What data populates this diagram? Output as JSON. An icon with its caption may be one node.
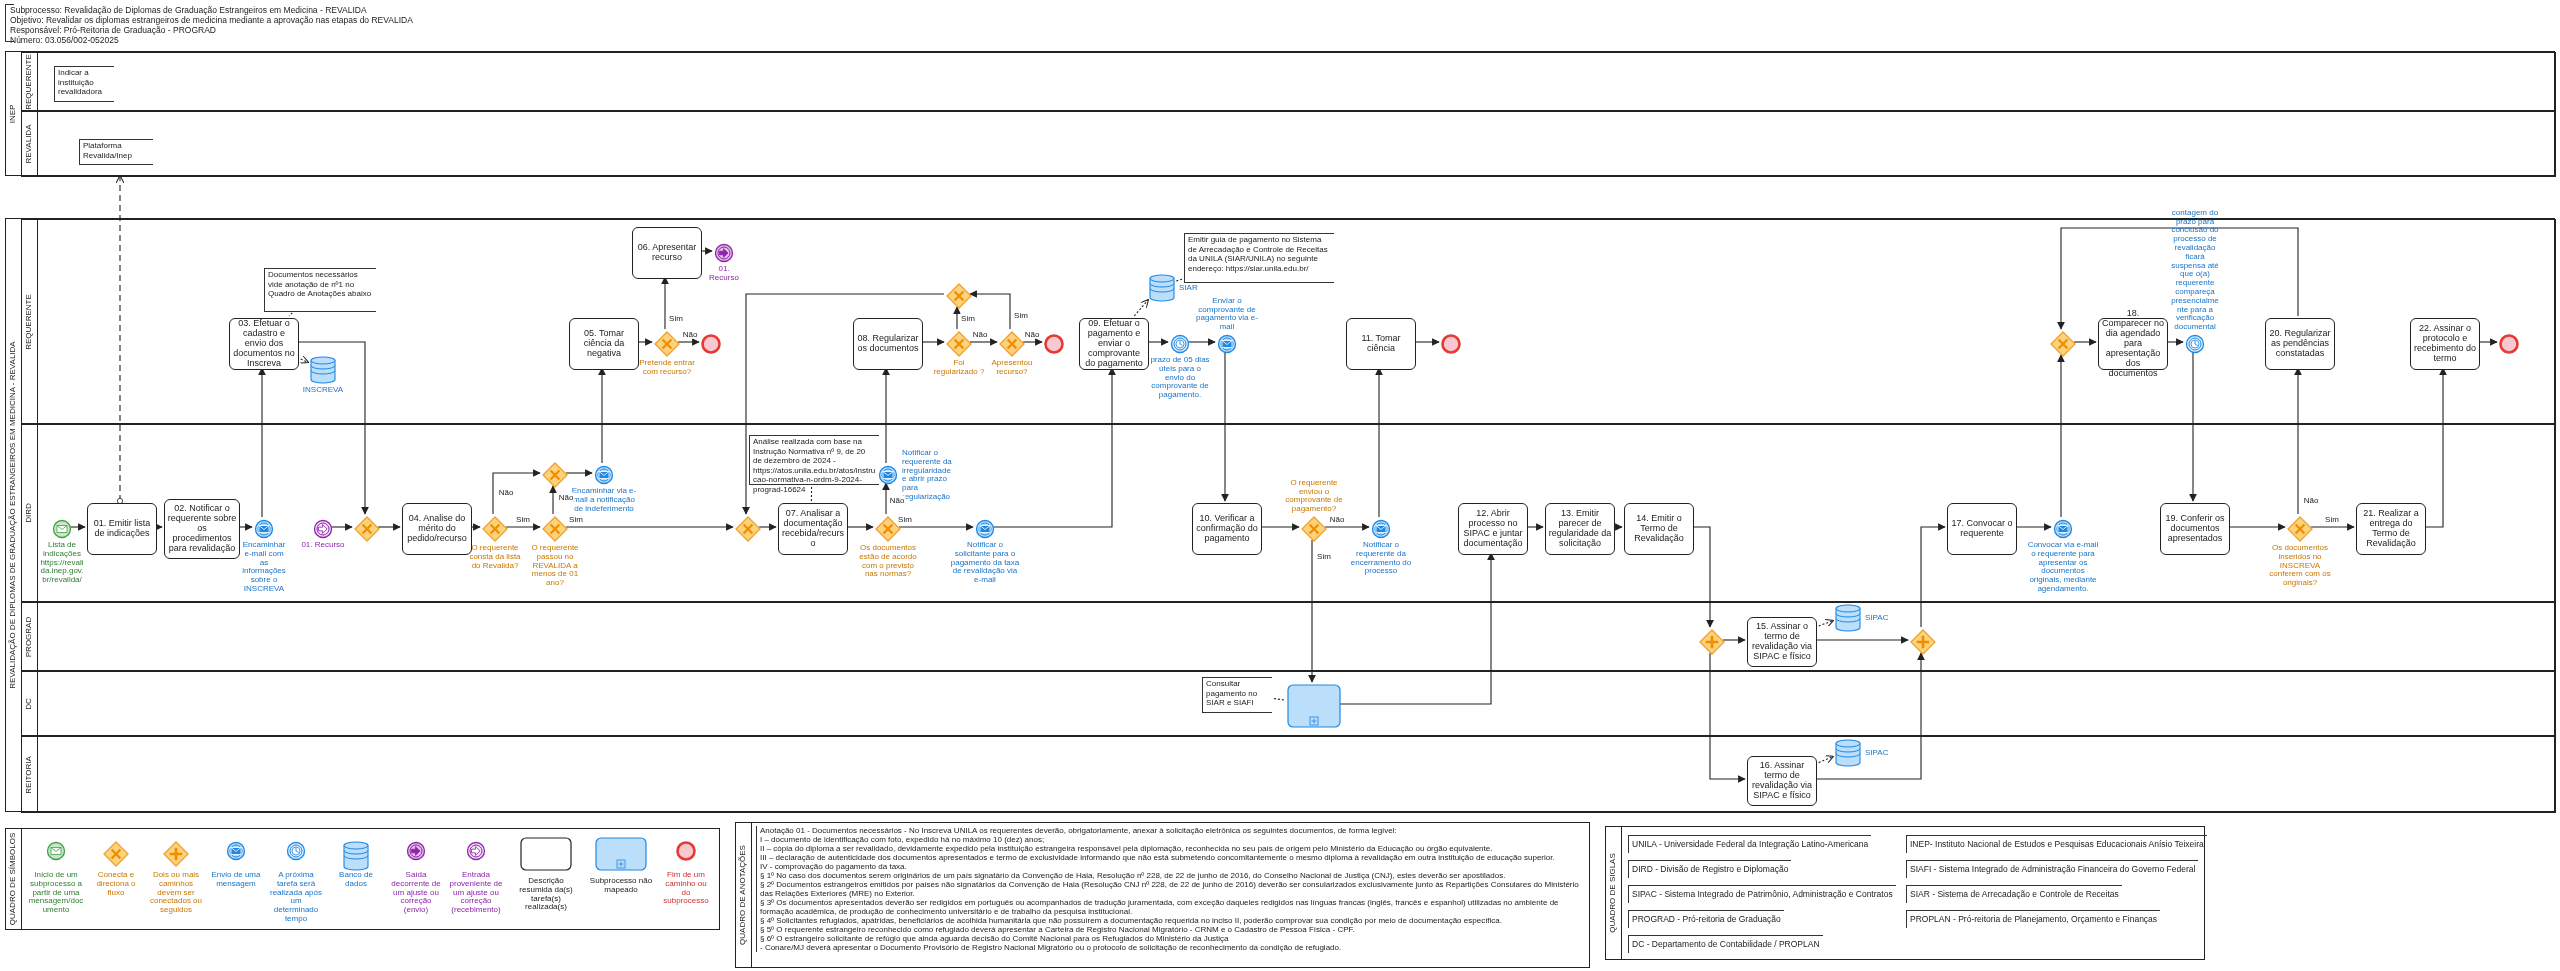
{
  "diagram": {
    "nodes": [
      {
        "text": [
          "INEP"
        ]
      },
      {
        "text": [
          "REQUERENTE"
        ],
        "in": 0
      },
      {
        "text": [
          "Indicar a instituição revalidadora"
        ],
        "in": 1
      },
      {
        "text": [
          "REVALIDA"
        ],
        "in": 0
      },
      {
        "text": [
          "Plataforma Revalida/Inep"
        ],
        "in": 3
      },
      {
        "text": [
          "REVALIDAÇÃO DE DIPLOMAS DE GRADUAÇÃO ESTRANGEIROS EM MEDICINA - REVALIDA"
        ]
      },
      {
        "text": [
          "REQUERENTE"
        ],
        "in": 5
      },
      {
        "text": [
          "DIRD"
        ],
        "in": 5
      },
      {
        "text": [
          "PROGRAD"
        ],
        "in": 5
      },
      {
        "text": [
          "DC"
        ],
        "in": 5
      },
      {
        "text": [
          "REITORIA"
        ],
        "in": 5
      },
      {
        "text": [
          "Documentos necessários vide anotação de nº1 no Quadro de Anotações abaixo"
        ],
        "in": 6
      },
      {
        "text": [
          "03. Efetuar o cadastro e envio dos documentos no Inscreva"
        ],
        "in": 6
      },
      {
        "text": [],
        "shape": "cylinder",
        "beside": [
          "INSCREVA"
        ],
        "in": 6
      },
      {
        "text": [
          "06. Apresentar recurso"
        ],
        "in": 6
      },
      {
        "text": [],
        "shape": "circle",
        "beside": [
          "01. Recurso"
        ],
        "in": 6
      },
      {
        "text": [
          "05. Tomar ciência da negativa"
        ],
        "in": 6
      },
      {
        "text": [],
        "shape": "diamond",
        "beside": [
          "Pretende entrar com recurso?"
        ],
        "in": 6
      },
      {
        "text": [],
        "shape": "circle",
        "in": 6
      },
      {
        "text": [],
        "shape": "diamond",
        "in": 6
      },
      {
        "text": [
          "08. Regularizar os documentos"
        ],
        "in": 6
      },
      {
        "text": [],
        "shape": "diamond",
        "beside": [
          "Foi regularizado ?"
        ],
        "in": 6
      },
      {
        "text": [],
        "shape": "diamond",
        "beside": [
          "Apresentou recurso?"
        ],
        "in": 6
      },
      {
        "text": [],
        "shape": "circle",
        "in": 6
      },
      {
        "text": [
          "Emitir guia de pagamento no Sistema de Arrecadação e Controle de Receitas da UNILA (SIAR/UNILA) no seguinte endereço: https://siar.unila.edu.br/"
        ],
        "in": 6
      },
      {
        "text": [],
        "shape": "cylinder",
        "beside": [
          "SIAR"
        ],
        "in": 6
      },
      {
        "text": [
          "09. Efetuar o pagamento e enviar o comprovante do pagamento"
        ],
        "in": 6
      },
      {
        "text": [],
        "shape": "circle",
        "beside": [
          "prazo de 05 dias úteis para o envio do comprovante de pagamento."
        ],
        "in": 6
      },
      {
        "text": [],
        "shape": "circle",
        "beside": [
          "Enviar o comprovante de pagamento via e-mail"
        ],
        "in": 6
      },
      {
        "text": [
          "11. Tomar ciência"
        ],
        "in": 6
      },
      {
        "text": [],
        "shape": "circle",
        "in": 6
      },
      {
        "text": [],
        "shape": "diamond",
        "in": 6
      },
      {
        "text": [
          "18. Comparecer no dia agendado para apresentação dos documentos"
        ],
        "in": 6
      },
      {
        "text": [],
        "shape": "circle",
        "beside": [
          "contagem do prazo para conclusão do processo de revalidação ficará suspensa até que o(a) requerente compareça presencialmente para a verificação documental"
        ],
        "in": 6
      },
      {
        "text": [
          "20. Regularizar as pendências constatadas"
        ],
        "in": 6
      },
      {
        "text": [
          "22. Assinar o protocolo e recebimento do termo"
        ],
        "in": 6
      },
      {
        "text": [],
        "shape": "circle",
        "in": 6
      },
      {
        "text": [],
        "shape": "circle",
        "beside": [
          "Lista de indicações https://revalida.inep.gov.br/revalida/"
        ],
        "in": 7
      },
      {
        "text": [
          "01. Emitir lista de indicações"
        ],
        "in": 7
      },
      {
        "text": [
          "02. Notificar o requerente sobre os procedimentos para revalidação"
        ],
        "in": 7
      },
      {
        "text": [],
        "shape": "circle",
        "beside": [
          "Encaminhar e-mail com as informações sobre o INSCREVA"
        ],
        "in": 7
      },
      {
        "text": [],
        "shape": "circle",
        "beside": [
          "01. Recurso"
        ],
        "in": 7
      },
      {
        "text": [],
        "shape": "diamond",
        "in": 7
      },
      {
        "text": [
          "04. Analise do mérito do pedido/recurso"
        ],
        "in": 7
      },
      {
        "text": [],
        "shape": "diamond",
        "beside": [
          "O requerente consta da lista do Revalida?"
        ],
        "in": 7
      },
      {
        "text": [],
        "shape": "diamond",
        "in": 7
      },
      {
        "text": [],
        "shape": "diamond",
        "beside": [
          "O requerente passou no REVALIDA a menos de 01 ano?"
        ],
        "in": 7
      },
      {
        "text": [],
        "shape": "circle",
        "beside": [
          "Encaminhar via e-mail a notificação de indeferimento"
        ],
        "in": 7
      },
      {
        "text": [
          "Análise realizada com base na Instrução Normativa nº 9, de 20 de dezembro de 2024 - https://atos.unila.edu.br/atos/instrucao-normativa-n-ordm-9-2024-prograd-16624"
        ],
        "in": 7
      },
      {
        "text": [],
        "shape": "diamond",
        "in": 7
      },
      {
        "text": [
          "07. Analisar a documentação recebida/recurso"
        ],
        "in": 7
      },
      {
        "text": [],
        "shape": "diamond",
        "beside": [
          "Os documentos estão de acordo com o previsto nas normas?"
        ],
        "in": 7
      },
      {
        "text": [],
        "shape": "circle",
        "beside": [
          "Notificar o requerente da irregularidade e abrir prazo para regularização"
        ],
        "in": 7
      },
      {
        "text": [],
        "shape": "circle",
        "beside": [
          "Notificar o solicitante para o pagamento da taxa de revalidação via e-mail"
        ],
        "in": 7
      },
      {
        "text": [
          "10. Verificar a confirmação do pagamento"
        ],
        "in": 7
      },
      {
        "text": [],
        "shape": "diamond",
        "beside": [
          "O requerente enviou o comprovante de pagamento?"
        ],
        "in": 7
      },
      {
        "text": [],
        "shape": "circle",
        "beside": [
          "Notificar o requerente da encerramento do processo"
        ],
        "in": 7
      },
      {
        "text": [
          "12. Abrir processo no SIPAC e juntar documentação"
        ],
        "in": 7
      },
      {
        "text": [
          "13. Emitir parecer de regularidade da solicitação"
        ],
        "in": 7
      },
      {
        "text": [
          "14. Emitir o Termo de Revalidação"
        ],
        "in": 7
      },
      {
        "text": [
          "17. Convocar o requerente"
        ],
        "in": 7
      },
      {
        "text": [],
        "shape": "circle",
        "beside": [
          "Convocar via e-mail o requerente para apresentar os documentos originais, mediante agendamento."
        ],
        "in": 7
      },
      {
        "text": [
          "19. Conferir os documentos apresentados"
        ],
        "in": 7
      },
      {
        "text": [],
        "shape": "diamond",
        "beside": [
          "Os documentos inseridos no INSCREVA conferem com os originais?"
        ],
        "in": 7
      },
      {
        "text": [
          "21. Realizar a entrega do Termo de Revalidação"
        ],
        "in": 7
      },
      {
        "text": [],
        "shape": "diamond",
        "in": 8
      },
      {
        "text": [
          "15. Assinar o termo de revalidação via SIPAC e físico"
        ],
        "in": 8
      },
      {
        "text": [],
        "shape": "cylinder",
        "beside": [
          "SIPAC"
        ],
        "in": 8
      },
      {
        "text": [],
        "shape": "diamond",
        "in": 8
      },
      {
        "text": [
          "Consultar pagamento no SIAR e SIAFI"
        ],
        "in": 9
      },
      {
        "text": [],
        "shape": "box",
        "in": 9
      },
      {
        "text": [
          "16. Assinar termo de revalidação via SIPAC e físico"
        ],
        "in": 10
      },
      {
        "text": [],
        "shape": "cylinder",
        "beside": [
          "SIPAC"
        ],
        "in": 10
      },
      {
        "text": [
          "QUADRO DE ANOTAÇÕES",
          "Anotação 01 - Documentos necessários - No Inscreva UNILA os requerentes deverão, obrigatoriamente, anexar à solicitação eletrônica os seguintes documentos, de forma legível:",
          "I – documento de identificação com foto, expedido há no máximo 10 (dez) anos;",
          "II – cópia do diploma a ser revalidado, devidamente expedido pela instituição estrangeira responsável pela diplomação, reconhecida no seu país de origem pelo Ministério da Educação ou órgão equivalente.",
          "III – declaração de autenticidade dos documentos apresentados e termo de exclusividade informando que não está submetendo concomitantemente o mesmo diploma à revalidação em outra instituição de educação superior.",
          "IV - comprovação do pagamento da taxa.",
          "§ 1º No caso dos documentos serem originários de um país signatário da Convenção de Haia, Resolução nº 228, de 22 de junho de 2016, do Conselho Nacional de Justiça (CNJ), estes deverão ser apostilados.",
          "§ 2º Documentos estrangeiros emitidos por países não signatários da Convenção de Haia (Resolução CNJ nº 228, de 22 de junho de 2016) deverão ser consularizados exclusivamente junto às Repartições Consulares do Ministério das Relações Exteriores (MRE) no Exterior.",
          "§ 3º Os documentos apresentados deverão ser redigidos em português ou acompanhados de tradução juramentada, com exceção daqueles redigidos nas línguas francas (inglês, francês e espanhol) utilizadas no ambiente de formação acadêmica, de produção de conhecimento universitário e de trabalho da pesquisa institucional.",
          "§ 4º Solicitantes refugiados, apátridas, beneficiários de acolhida humanitária que não possuírem a documentação requerida no inciso II, poderão comprovar sua condição por meio de documentação específica.",
          "§ 5º O requerente estrangeiro reconhecido como refugiado deverá apresentar a Carteira de Registro Nacional Migratório - CRNM e o Cadastro de Pessoa Física - CPF.",
          "§ 6º O estrangeiro solicitante de refúgio que ainda aguarda decisão do Comitê Nacional para os Refugiados do Ministério da Justiça",
          "- Conare/MJ deverá apresentar o Documento Provisório de Registro Nacional Migratório ou o protocolo de solicitação de reconhecimento da condição de refugiado."
        ]
      },
      {
        "text": [
          "QUADRO DE SIGLAS",
          "UNILA - Universidade Federal da Integração Latino-Americana",
          "DIRD - Divisão de Registro e Diplomação",
          "SIPAC - Sistema Integrado de Patrimônio, Administração e Contratos",
          "PROGRAD - Pró-reitoria de Graduação",
          "DC - Departamento de Contabilidade / PROPLAN",
          "INEP- Instituto Nacional de Estudos e Pesquisas Educacionais Anísio Teixeira",
          "SIAFI - Sistema Integrado de Administração Financeira do Governo Federal",
          "SIAR - Sistema de Arrecadação e Controle de Receitas",
          "PROPLAN - Pró-reitoria de Planejamento, Orçamento e Finanças"
        ]
      },
      {
        "text": [
          "QUADRO DE SÍMBOLOS"
        ]
      }
    ],
    "edges": [
      {
        "from": 38,
        "to": 3,
        "arrow": "to",
        "style": "dashed"
      },
      {
        "from": 37,
        "to": 38,
        "arrow": "to"
      },
      {
        "from": 38,
        "to": 39,
        "arrow": "to"
      },
      {
        "from": 39,
        "to": 40,
        "arrow": "to"
      },
      {
        "from": 40,
        "to": 12,
        "arrow": "to"
      },
      {
        "from": 11,
        "to": 12,
        "arrow": "none",
        "style": "dashed"
      },
      {
        "from": 12,
        "to": 13,
        "arrow": "to",
        "style": "dashed"
      },
      {
        "from": 12,
        "to": 42,
        "arrow": "to"
      },
      {
        "from": 41,
        "to": 42,
        "arrow": "to"
      },
      {
        "from": 42,
        "to": 43,
        "arrow": "to"
      },
      {
        "from": 43,
        "to": 44,
        "arrow": "to"
      },
      {
        "from": 44,
        "to": 45,
        "arrow": "to",
        "label": "Não"
      },
      {
        "from": 44,
        "to": 46,
        "arrow": "to",
        "label": "Sim"
      },
      {
        "from": 46,
        "to": 45,
        "arrow": "to",
        "label": "Não"
      },
      {
        "from": 45,
        "to": 47,
        "arrow": "to"
      },
      {
        "from": 47,
        "to": 16,
        "arrow": "to"
      },
      {
        "from": 16,
        "to": 17,
        "arrow": "to"
      },
      {
        "from": 17,
        "to": 14,
        "arrow": "to",
        "label": "Sim"
      },
      {
        "from": 17,
        "to": 18,
        "arrow": "to",
        "label": "Não"
      },
      {
        "from": 14,
        "to": 15,
        "arrow": "to"
      },
      {
        "from": 46,
        "to": 49,
        "arrow": "to",
        "label": "Sim"
      },
      {
        "from": 19,
        "to": 49,
        "arrow": "to"
      },
      {
        "from": 48,
        "to": 50,
        "arrow": "none",
        "style": "dashed"
      },
      {
        "from": 49,
        "to": 50,
        "arrow": "to"
      },
      {
        "from": 50,
        "to": 51,
        "arrow": "to"
      },
      {
        "from": 51,
        "to": 52,
        "arrow": "to",
        "label": "Não"
      },
      {
        "from": 52,
        "to": 20,
        "arrow": "to"
      },
      {
        "from": 20,
        "to": 21,
        "arrow": "to"
      },
      {
        "from": 21,
        "to": 19,
        "arrow": "to",
        "label": "Sim"
      },
      {
        "from": 21,
        "to": 22,
        "arrow": "to",
        "label": "Não"
      },
      {
        "from": 22,
        "to": 19,
        "arrow": "to",
        "label": "Sim"
      },
      {
        "from": 22,
        "to": 23,
        "arrow": "to",
        "label": "Não"
      },
      {
        "from": 51,
        "to": 53,
        "arrow": "to",
        "label": "Sim"
      },
      {
        "from": 53,
        "to": 26,
        "arrow": "to"
      },
      {
        "from": 26,
        "to": 25,
        "arrow": "to",
        "style": "dashed"
      },
      {
        "from": 24,
        "to": 25,
        "arrow": "none",
        "style": "dashed"
      },
      {
        "from": 26,
        "to": 27,
        "arrow": "to"
      },
      {
        "from": 27,
        "to": 28,
        "arrow": "to"
      },
      {
        "from": 28,
        "to": 54,
        "arrow": "to"
      },
      {
        "from": 54,
        "to": 55,
        "arrow": "to"
      },
      {
        "from": 55,
        "to": 56,
        "arrow": "to",
        "label": "Não"
      },
      {
        "from": 56,
        "to": 29,
        "arrow": "to"
      },
      {
        "from": 29,
        "to": 30,
        "arrow": "to"
      },
      {
        "from": 55,
        "to": 70,
        "arrow": "to",
        "label": "Sim"
      },
      {
        "from": 69,
        "to": 70,
        "arrow": "none",
        "style": "dashed"
      },
      {
        "from": 70,
        "to": 57,
        "arrow": "to"
      },
      {
        "from": 57,
        "to": 58,
        "arrow": "to"
      },
      {
        "from": 58,
        "to": 59,
        "arrow": "to"
      },
      {
        "from": 59,
        "to": 65,
        "arrow": "to"
      },
      {
        "from": 65,
        "to": 66,
        "arrow": "to"
      },
      {
        "from": 65,
        "to": 71,
        "arrow": "to"
      },
      {
        "from": 66,
        "to": 67,
        "arrow": "to",
        "style": "dashed"
      },
      {
        "from": 71,
        "to": 72,
        "arrow": "to",
        "style": "dashed"
      },
      {
        "from": 66,
        "to": 68,
        "arrow": "to"
      },
      {
        "from": 71,
        "to": 68,
        "arrow": "to"
      },
      {
        "from": 68,
        "to": 60,
        "arrow": "to"
      },
      {
        "from": 60,
        "to": 61,
        "arrow": "to"
      },
      {
        "from": 61,
        "to": 31,
        "arrow": "to"
      },
      {
        "from": 31,
        "to": 32,
        "arrow": "to"
      },
      {
        "from": 32,
        "to": 33,
        "arrow": "to"
      },
      {
        "from": 33,
        "to": 62,
        "arrow": "to"
      },
      {
        "from": 62,
        "to": 63,
        "arrow": "to"
      },
      {
        "from": 63,
        "to": 34,
        "arrow": "to",
        "label": "Não"
      },
      {
        "from": 34,
        "to": 31,
        "arrow": "to"
      },
      {
        "from": 63,
        "to": 64,
        "arrow": "to",
        "label": "Sim"
      },
      {
        "from": 64,
        "to": 35,
        "arrow": "to"
      },
      {
        "from": 35,
        "to": 36,
        "arrow": "to"
      }
    ],
    "labels": [
      "Subprocesso: Revalidação de Diplomas de Graduação Estrangeiros em Medicina - REVALIDA",
      "Objetivo: Revalidar os diplomas estrangeiros de medicina mediante a aprovação nas etapas do REVALIDA",
      "Responsável: Pró-Reitoria de Graduação - PROGRAD",
      "Número: 03.056/002-052025"
    ],
    "legend": [
      {
        "text": "Início de um subprocesso a partir de uma mensagem/documento"
      },
      {
        "text": "Conecta e direciona o fluxo"
      },
      {
        "text": "Dois ou mais caminhos devem ser conectados ou seguidos"
      },
      {
        "text": "Envio de uma mensagem"
      },
      {
        "text": "A próxima tarefa será realizada após um determinado tempo"
      },
      {
        "text": "Banco de dados"
      },
      {
        "text": "Saída decorrente de um ajuste ou correção (envio)"
      },
      {
        "text": "Entrada proveniente de um ajuste ou correção (recebimento)"
      },
      {
        "text": "Descrição resumida da(s) tarefa(s) realizada(s)"
      },
      {
        "text": "Subprocesso não mapeado"
      },
      {
        "text": "Fim de um caminho ou do subprocesso"
      }
    ]
  }
}
